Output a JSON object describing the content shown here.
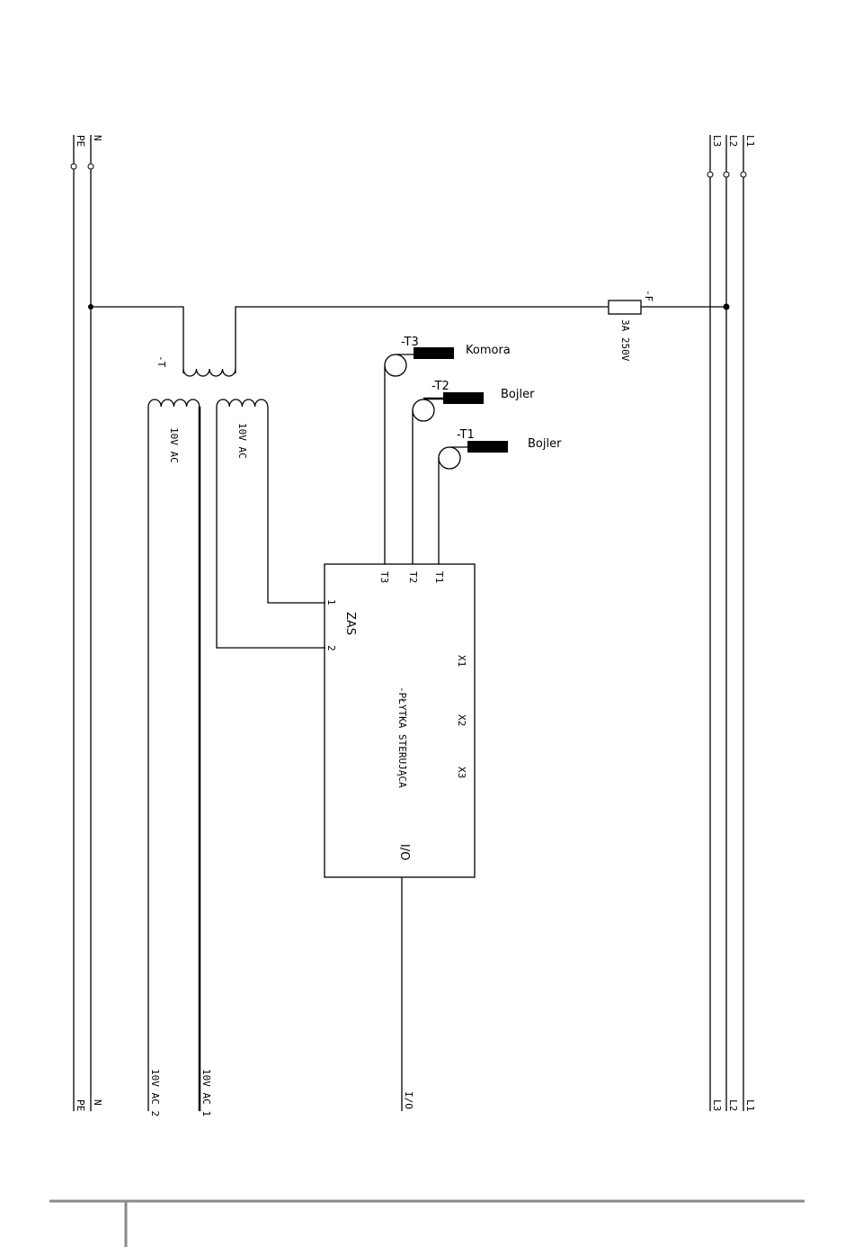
{
  "top_labels": {
    "pe": "PE",
    "n": "N",
    "l3": "L3",
    "l2": "L2",
    "l1": "L1"
  },
  "bottom_labels": {
    "pe": "PE",
    "n": "N",
    "ac2": "10V AC 2",
    "ac1": "10V AC 1",
    "io": "I/O",
    "l3": "L3",
    "l2": "L2",
    "l1": "L1"
  },
  "transformer": {
    "name": "-T",
    "sec1": "10V AC",
    "sec2": "10V AC"
  },
  "fuse": {
    "name": "-F",
    "rating": "3A 250V"
  },
  "sensors": [
    {
      "name": "-T3",
      "label": "Komora"
    },
    {
      "name": "-T2",
      "label": "Bojler"
    },
    {
      "name": "-T1",
      "label": "Bojler"
    }
  ],
  "board": {
    "name": "-PŁYTKA STERUJĄCA",
    "inputs": [
      "T3",
      "T2",
      "T1"
    ],
    "zas": "ZAS",
    "pin1": "1",
    "pin2": "2",
    "outputs": [
      "X1",
      "X2",
      "X3"
    ],
    "io": "I/O"
  }
}
